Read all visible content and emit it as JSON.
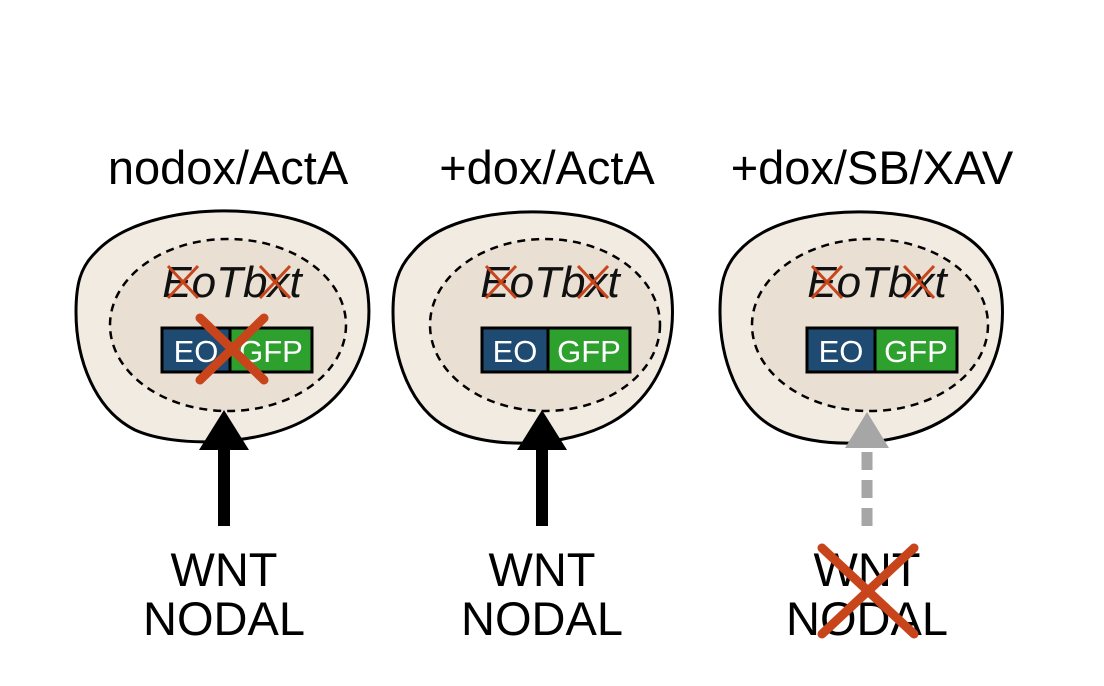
{
  "panels": [
    {
      "condition": "nodox/ActA",
      "gene_label": "EoTbxt",
      "reporter": {
        "left": "EO",
        "right": "GFP"
      },
      "reporter_knocked_out": true,
      "signals": [
        "WNT",
        "NODAL"
      ],
      "signals_blocked": false,
      "arrow_style": "solid"
    },
    {
      "condition": "+dox/ActA",
      "gene_label": "EoTbxt",
      "reporter": {
        "left": "EO",
        "right": "GFP"
      },
      "reporter_knocked_out": false,
      "signals": [
        "WNT",
        "NODAL"
      ],
      "signals_blocked": false,
      "arrow_style": "solid"
    },
    {
      "condition": "+dox/SB/XAV",
      "gene_label": "EoTbxt",
      "reporter": {
        "left": "EO",
        "right": "GFP"
      },
      "reporter_knocked_out": false,
      "signals": [
        "WNT",
        "NODAL"
      ],
      "signals_blocked": true,
      "arrow_style": "dashed"
    }
  ],
  "colors": {
    "cell_fill": "#f2ebe2",
    "nucleus_fill": "#e9dfd3",
    "eo_box": "#1f4b73",
    "gfp_box": "#2ea02e",
    "cross": "#c8451c",
    "arrow_solid": "#000000",
    "arrow_dashed": "#a6a6a6"
  }
}
